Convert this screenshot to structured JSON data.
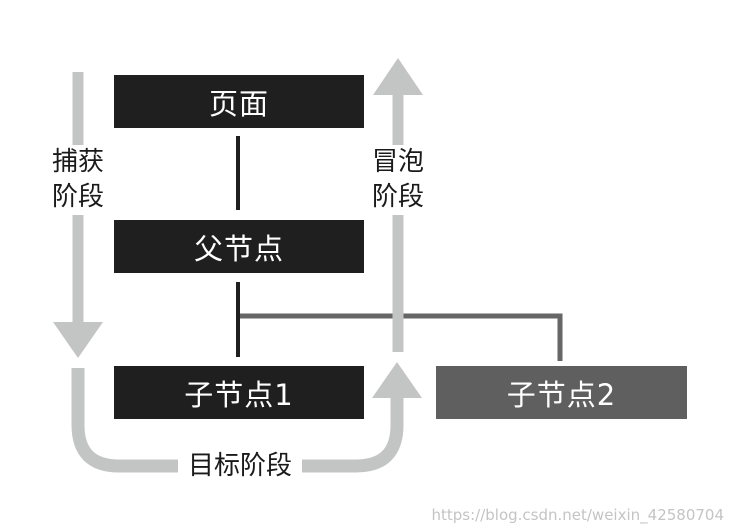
{
  "nodes": {
    "page": "页面",
    "parent": "父节点",
    "child1": "子节点1",
    "child2": "子节点2"
  },
  "phases": {
    "capture": [
      "捕获",
      "阶段"
    ],
    "bubble": [
      "冒泡",
      "阶段"
    ],
    "target": "目标阶段"
  },
  "watermark": "https://blog.csdn.net/weixin_42580704",
  "colors": {
    "node_dark": "#1f1f1f",
    "node_grey": "#5f5f5f",
    "arrow": "#c3c5c4",
    "connector_dark": "#1f1f1f",
    "connector_grey": "#666666"
  }
}
